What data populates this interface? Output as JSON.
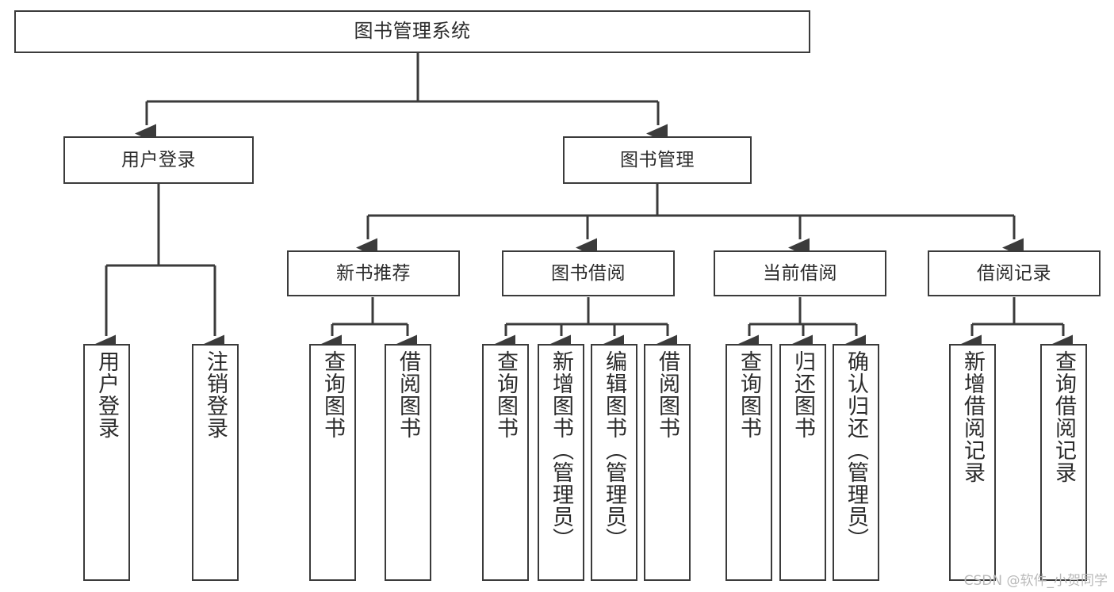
{
  "diagram": {
    "type": "tree",
    "title": "图书管理系统",
    "orientation": "top-down",
    "colors": {
      "background": "#ffffff",
      "box_border": "#3b3b3b",
      "box_fill": "#ffffff",
      "edge": "#3b3b3b",
      "text": "#2b2b2b",
      "watermark": "#b9b9b9"
    }
  },
  "nodes": {
    "root": {
      "label": "图书管理系统"
    },
    "level2": [
      {
        "label": "用户登录"
      },
      {
        "label": "图书管理"
      }
    ],
    "level3": [
      {
        "label": "新书推荐"
      },
      {
        "label": "图书借阅"
      },
      {
        "label": "当前借阅"
      },
      {
        "label": "借阅记录"
      }
    ],
    "leaves": {
      "user_login": [
        {
          "label": "用户登录"
        },
        {
          "label": "注销登录"
        }
      ],
      "new_book": [
        {
          "label": "查询图书"
        },
        {
          "label": "借阅图书"
        }
      ],
      "book_borrow": [
        {
          "label": "查询图书"
        },
        {
          "label": "新增图书（管理员）"
        },
        {
          "label": "编辑图书（管理员）"
        },
        {
          "label": "借阅图书"
        }
      ],
      "current_borrow": [
        {
          "label": "查询图书"
        },
        {
          "label": "归还图书"
        },
        {
          "label": "确认归还（管理员）"
        }
      ],
      "borrow_record": [
        {
          "label": "新增借阅记录"
        },
        {
          "label": "查询借阅记录"
        }
      ]
    }
  },
  "watermark": {
    "text": "CSDN @软件_小贺同学"
  }
}
